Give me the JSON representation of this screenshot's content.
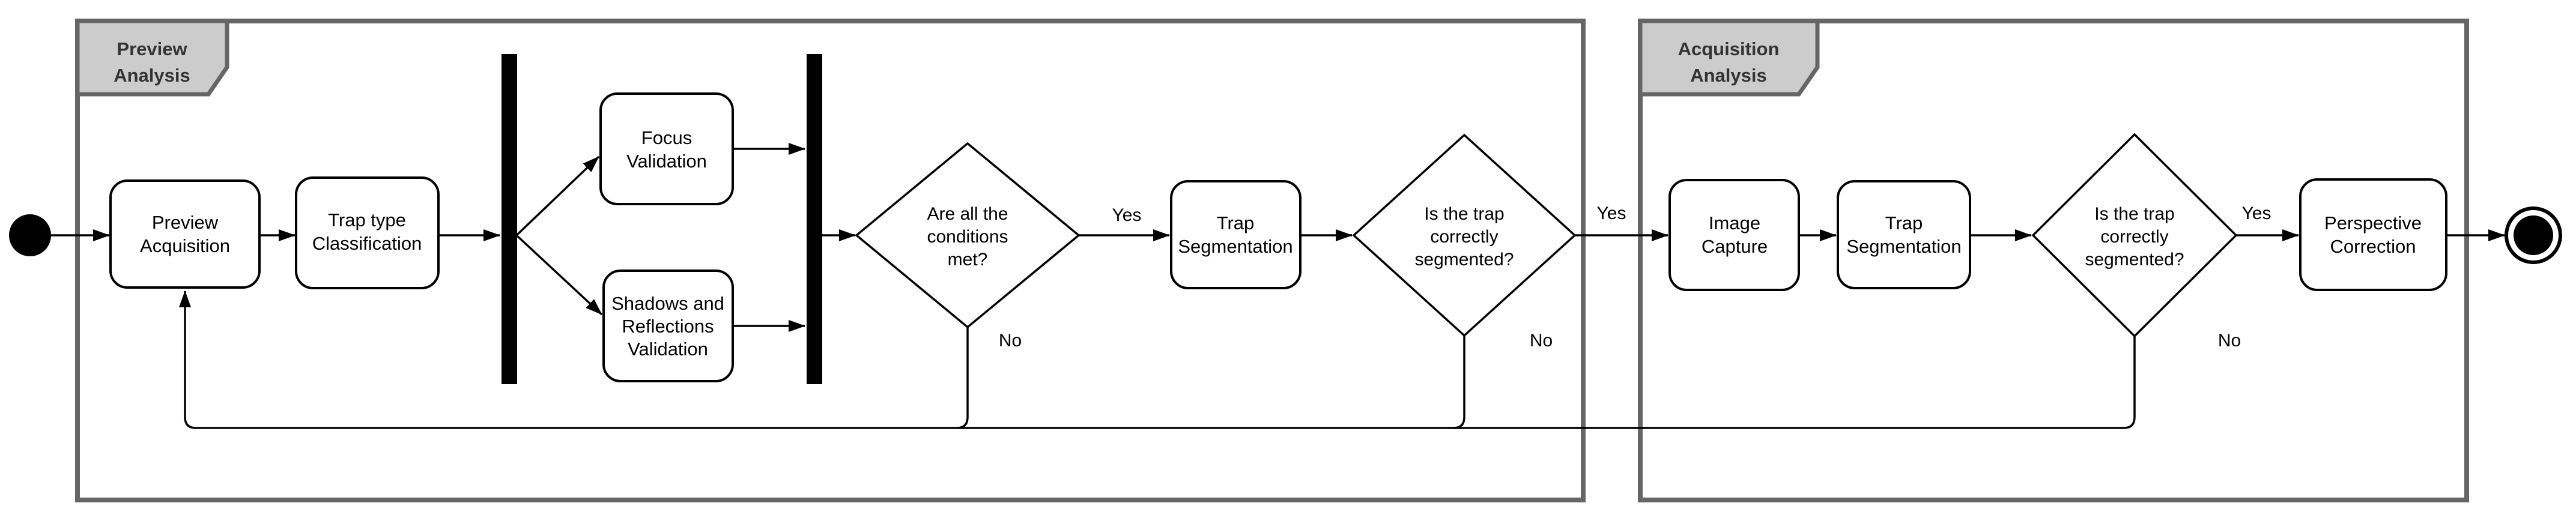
{
  "frames": {
    "preview": {
      "title_line1": "Preview",
      "title_line2": "Analysis"
    },
    "acquisition": {
      "title_line1": "Acquisition",
      "title_line2": "Analysis"
    }
  },
  "nodes": {
    "preview_acquisition": {
      "line1": "Preview",
      "line2": "Acquisition"
    },
    "trap_type_classification": {
      "line1": "Trap type",
      "line2": "Classification"
    },
    "focus_validation": {
      "line1": "Focus",
      "line2": "Validation"
    },
    "shadows_reflections_validation": {
      "line1": "Shadows and",
      "line2": "Reflections",
      "line3": "Validation"
    },
    "conditions_decision": {
      "line1": "Are all the",
      "line2": "conditions",
      "line3": "met?"
    },
    "trap_segmentation_preview": {
      "line1": "Trap",
      "line2": "Segmentation"
    },
    "segmented_decision_preview": {
      "line1": "Is the trap",
      "line2": "correctly",
      "line3": "segmented?"
    },
    "image_capture": {
      "line1": "Image",
      "line2": "Capture"
    },
    "trap_segmentation_acquisition": {
      "line1": "Trap",
      "line2": "Segmentation"
    },
    "segmented_decision_acquisition": {
      "line1": "Is the trap",
      "line2": "correctly",
      "line3": "segmented?"
    },
    "perspective_correction": {
      "line1": "Perspective",
      "line2": "Correction"
    }
  },
  "edge_labels": {
    "conditions_yes": "Yes",
    "conditions_no": "No",
    "segmented_preview_yes": "Yes",
    "segmented_preview_no": "No",
    "segmented_acquisition_yes": "Yes",
    "segmented_acquisition_no": "No"
  },
  "colors": {
    "frame_border": "#666666",
    "frame_tab_fill": "#cccccc",
    "frame_tab_text": "#333333",
    "line": "#000000",
    "node_fill": "#ffffff",
    "background": "#ffffff"
  }
}
